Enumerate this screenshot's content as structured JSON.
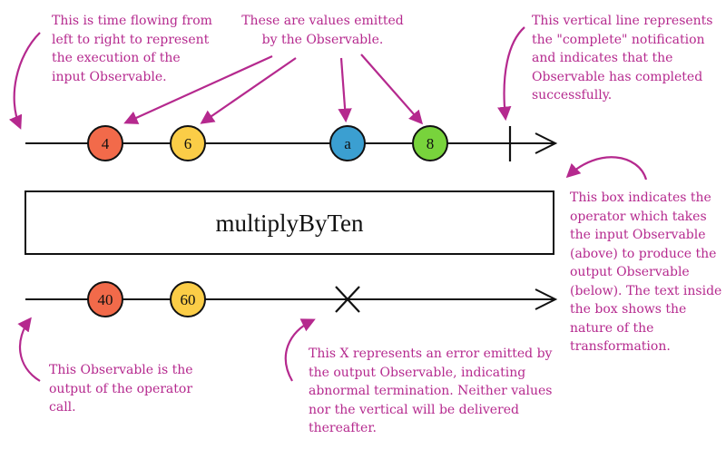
{
  "operator": {
    "name": "multiplyByTen"
  },
  "colors": {
    "annotation": "#b5298e",
    "line": "#111111",
    "red": "#f26a4a",
    "yellow": "#fbcd47",
    "blue": "#3b9fd1",
    "green": "#78d33c"
  },
  "input": {
    "marbles": [
      {
        "label": "4",
        "color": "#f26a4a"
      },
      {
        "label": "6",
        "color": "#fbcd47"
      },
      {
        "label": "a",
        "color": "#3b9fd1"
      },
      {
        "label": "8",
        "color": "#78d33c"
      }
    ],
    "terminator": "complete"
  },
  "output": {
    "marbles": [
      {
        "label": "40",
        "color": "#f26a4a"
      },
      {
        "label": "60",
        "color": "#fbcd47"
      }
    ],
    "terminator": "error"
  },
  "notes": {
    "time": "This is time flowing from\nleft to right to represent\nthe execution of the\ninput Observable.",
    "values": "These are values emitted\nby the Observable.",
    "complete": "This vertical line represents\nthe \"complete\" notification\nand indicates that the\nObservable has completed\nsuccessfully.",
    "operator_box": "This box indicates the\noperator which takes\nthe input Observable\n(above) to produce the\noutput Observable\n(below). The text inside\nthe box shows the\nnature of the\ntransformation.",
    "output": "This Observable is the\noutput of the operator\ncall.",
    "error": "This X represents an error emitted by\nthe output Observable, indicating\nabnormal termination. Neither values\nnor the vertical will be delivered\nthereafter."
  }
}
